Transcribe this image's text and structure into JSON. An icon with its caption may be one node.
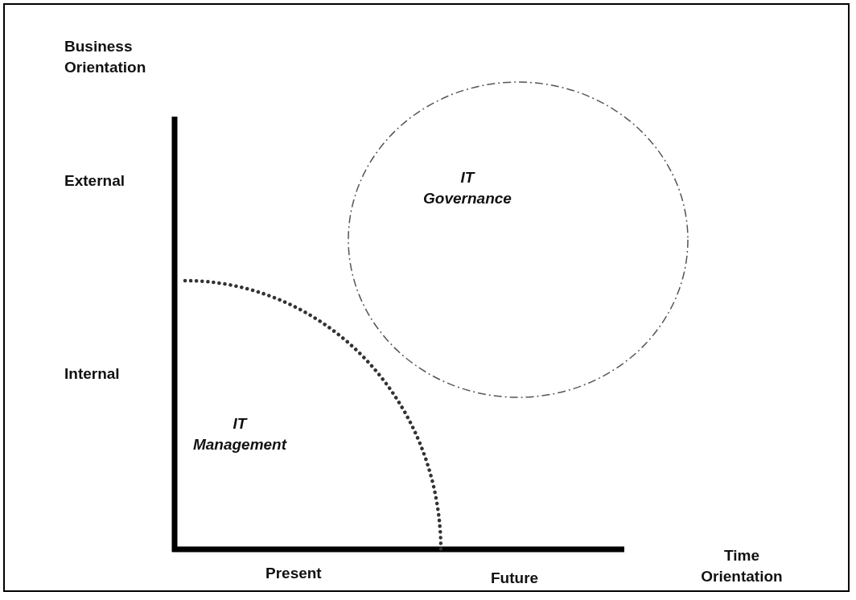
{
  "diagram": {
    "nodes": [
      {
        "text": [
          "IT Governance"
        ]
      },
      {
        "text": [
          "IT Management"
        ]
      }
    ],
    "labels": [
      "Business Orientation",
      "External",
      "Internal",
      "Time Orientation",
      "Present",
      "Future"
    ]
  }
}
